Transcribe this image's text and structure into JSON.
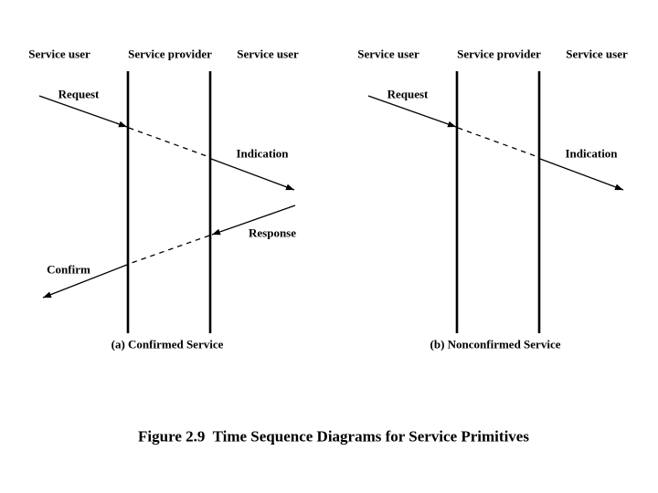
{
  "figure_caption": "Figure 2.9  Time Sequence Diagrams for Service Primitives",
  "colors": {
    "ink": "#000000",
    "background": "#ffffff"
  },
  "diagram_a": {
    "header_left": "Service user",
    "header_center": "Service provider",
    "header_right": "Service user",
    "request_label": "Request",
    "indication_label": "Indication",
    "response_label": "Response",
    "confirm_label": "Confirm",
    "caption": "(a) Confirmed Service"
  },
  "diagram_b": {
    "header_left": "Service user",
    "header_center": "Service provider",
    "header_right": "Service user",
    "request_label": "Request",
    "indication_label": "Indication",
    "caption": "(b) Nonconfirmed Service"
  }
}
